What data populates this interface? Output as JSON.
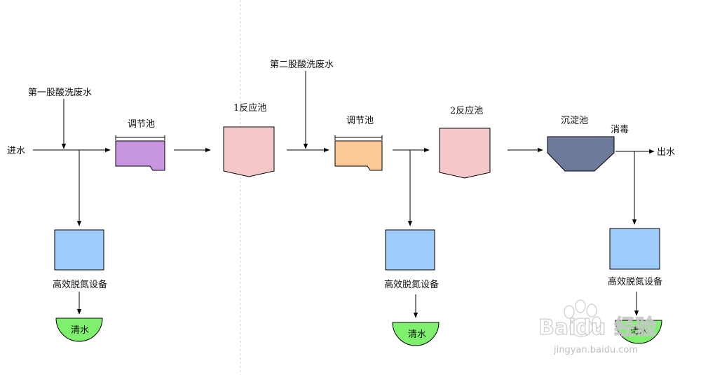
{
  "labels": {
    "acid_waste_1": "第一股酸洗废水",
    "acid_waste_2": "第二股酸洗废水",
    "inlet": "进水",
    "outlet": "出水",
    "equalization_tank_1": "调节池",
    "equalization_tank_2": "调节池",
    "reaction_tank_1": "1反应池",
    "reaction_tank_2": "2反应池",
    "sedimentation_tank": "沉淀池",
    "disinfection": "消毒",
    "denitrification_1": "高效脱氮设备",
    "denitrification_2": "高效脱氮设备",
    "denitrification_3": "高效脱氮设备",
    "clean_water_1": "清水",
    "clean_water_2": "清水",
    "clean_water_3": "清水"
  },
  "colors": {
    "equalization_tank_1": "#c896e0",
    "equalization_tank_2": "#fcc896",
    "reaction_tank": "#f4c8c8",
    "sedimentation_tank": "#6e7a9a",
    "denitrification": "#9ecbfa",
    "clean_water": "#7ef06e",
    "line": "#000000"
  },
  "watermark": {
    "brand": "Baidu",
    "brand_suffix": "经验",
    "url": "jingyan.baidu.com"
  }
}
